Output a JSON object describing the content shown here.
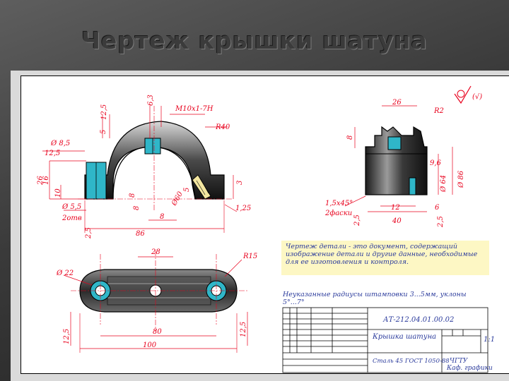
{
  "slide": {
    "title": "Чертеж крышки шатуна"
  },
  "note": {
    "text": "Чертеж детали - это документ, содержащий изображение детали и другие данные, необходимые для ее изготовления и контроля."
  },
  "unspecified": {
    "text": "Неуказанные радиусы штамповки 3...5мм, уклоны 5°...7°"
  },
  "dims": {
    "front": [
      "6,3",
      "12,5",
      "M10x1-7H",
      "5",
      "R40",
      "Ø 8,5",
      "12,5",
      "16",
      "26",
      "10",
      "Ø 5,5",
      "2отв",
      "2,5",
      "86",
      "8",
      "Ø60",
      "5",
      "8",
      "8",
      "3",
      "1,25"
    ],
    "side": [
      "26",
      "R2",
      "8",
      "Ø 64",
      "Ø 86",
      "9,6",
      "1,5x45°",
      "2фаски",
      "12",
      "6",
      "40",
      "2,5",
      "2,5"
    ],
    "top": [
      "28",
      "R15",
      "Ø 22",
      "80",
      "100",
      "12,5",
      "12,5"
    ]
  },
  "surface": {
    "symbol_text": "(√)"
  },
  "title_block": {
    "code": "АТ-212.04.01.00.02",
    "name": "Крышка шатуна",
    "scale": "1:1",
    "material": "Сталь 45 ГОСТ 1050-88",
    "org": "ЧГТУ",
    "dept": "Каф. графики"
  },
  "colors": {
    "dimension": "#e8001c",
    "text_blue": "#2b3b9c",
    "section_cyan": "#2fb6c8",
    "note_bg": "#fdf7c4"
  }
}
